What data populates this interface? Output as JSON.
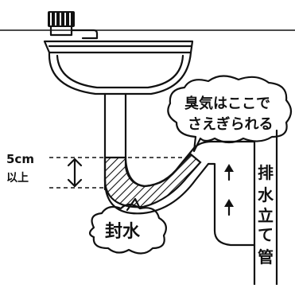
{
  "labels": {
    "depth_line1": "5cm",
    "depth_line2": "以上",
    "odor_line1": "臭気はここで",
    "odor_line2": "さえぎられる",
    "water_seal": "封水",
    "vertical_pipe": [
      "排",
      "水",
      "立",
      "て",
      "管"
    ]
  },
  "colors": {
    "ink": "#111111",
    "background": "#ffffff"
  },
  "icons": {
    "flow_arrow_down": "arrow-down",
    "flow_arrow_up": "arrow-up",
    "dimension_arrow": "double-arrow-vertical"
  }
}
